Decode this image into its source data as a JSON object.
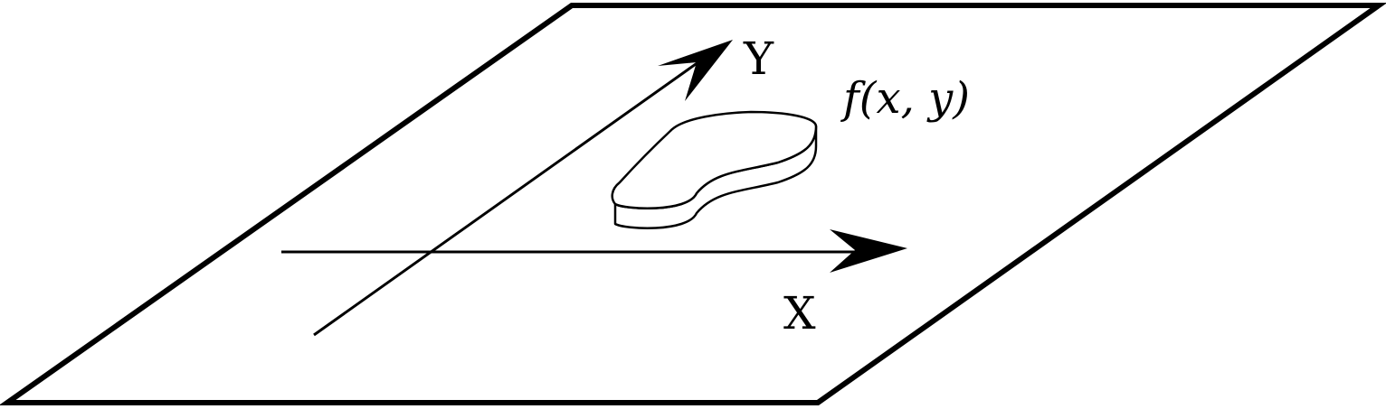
{
  "diagram": {
    "x_axis_label": "X",
    "y_axis_label": "Y",
    "function_label": "f(x, y)"
  },
  "colors": {
    "stroke": "#000000",
    "background": "#ffffff"
  }
}
